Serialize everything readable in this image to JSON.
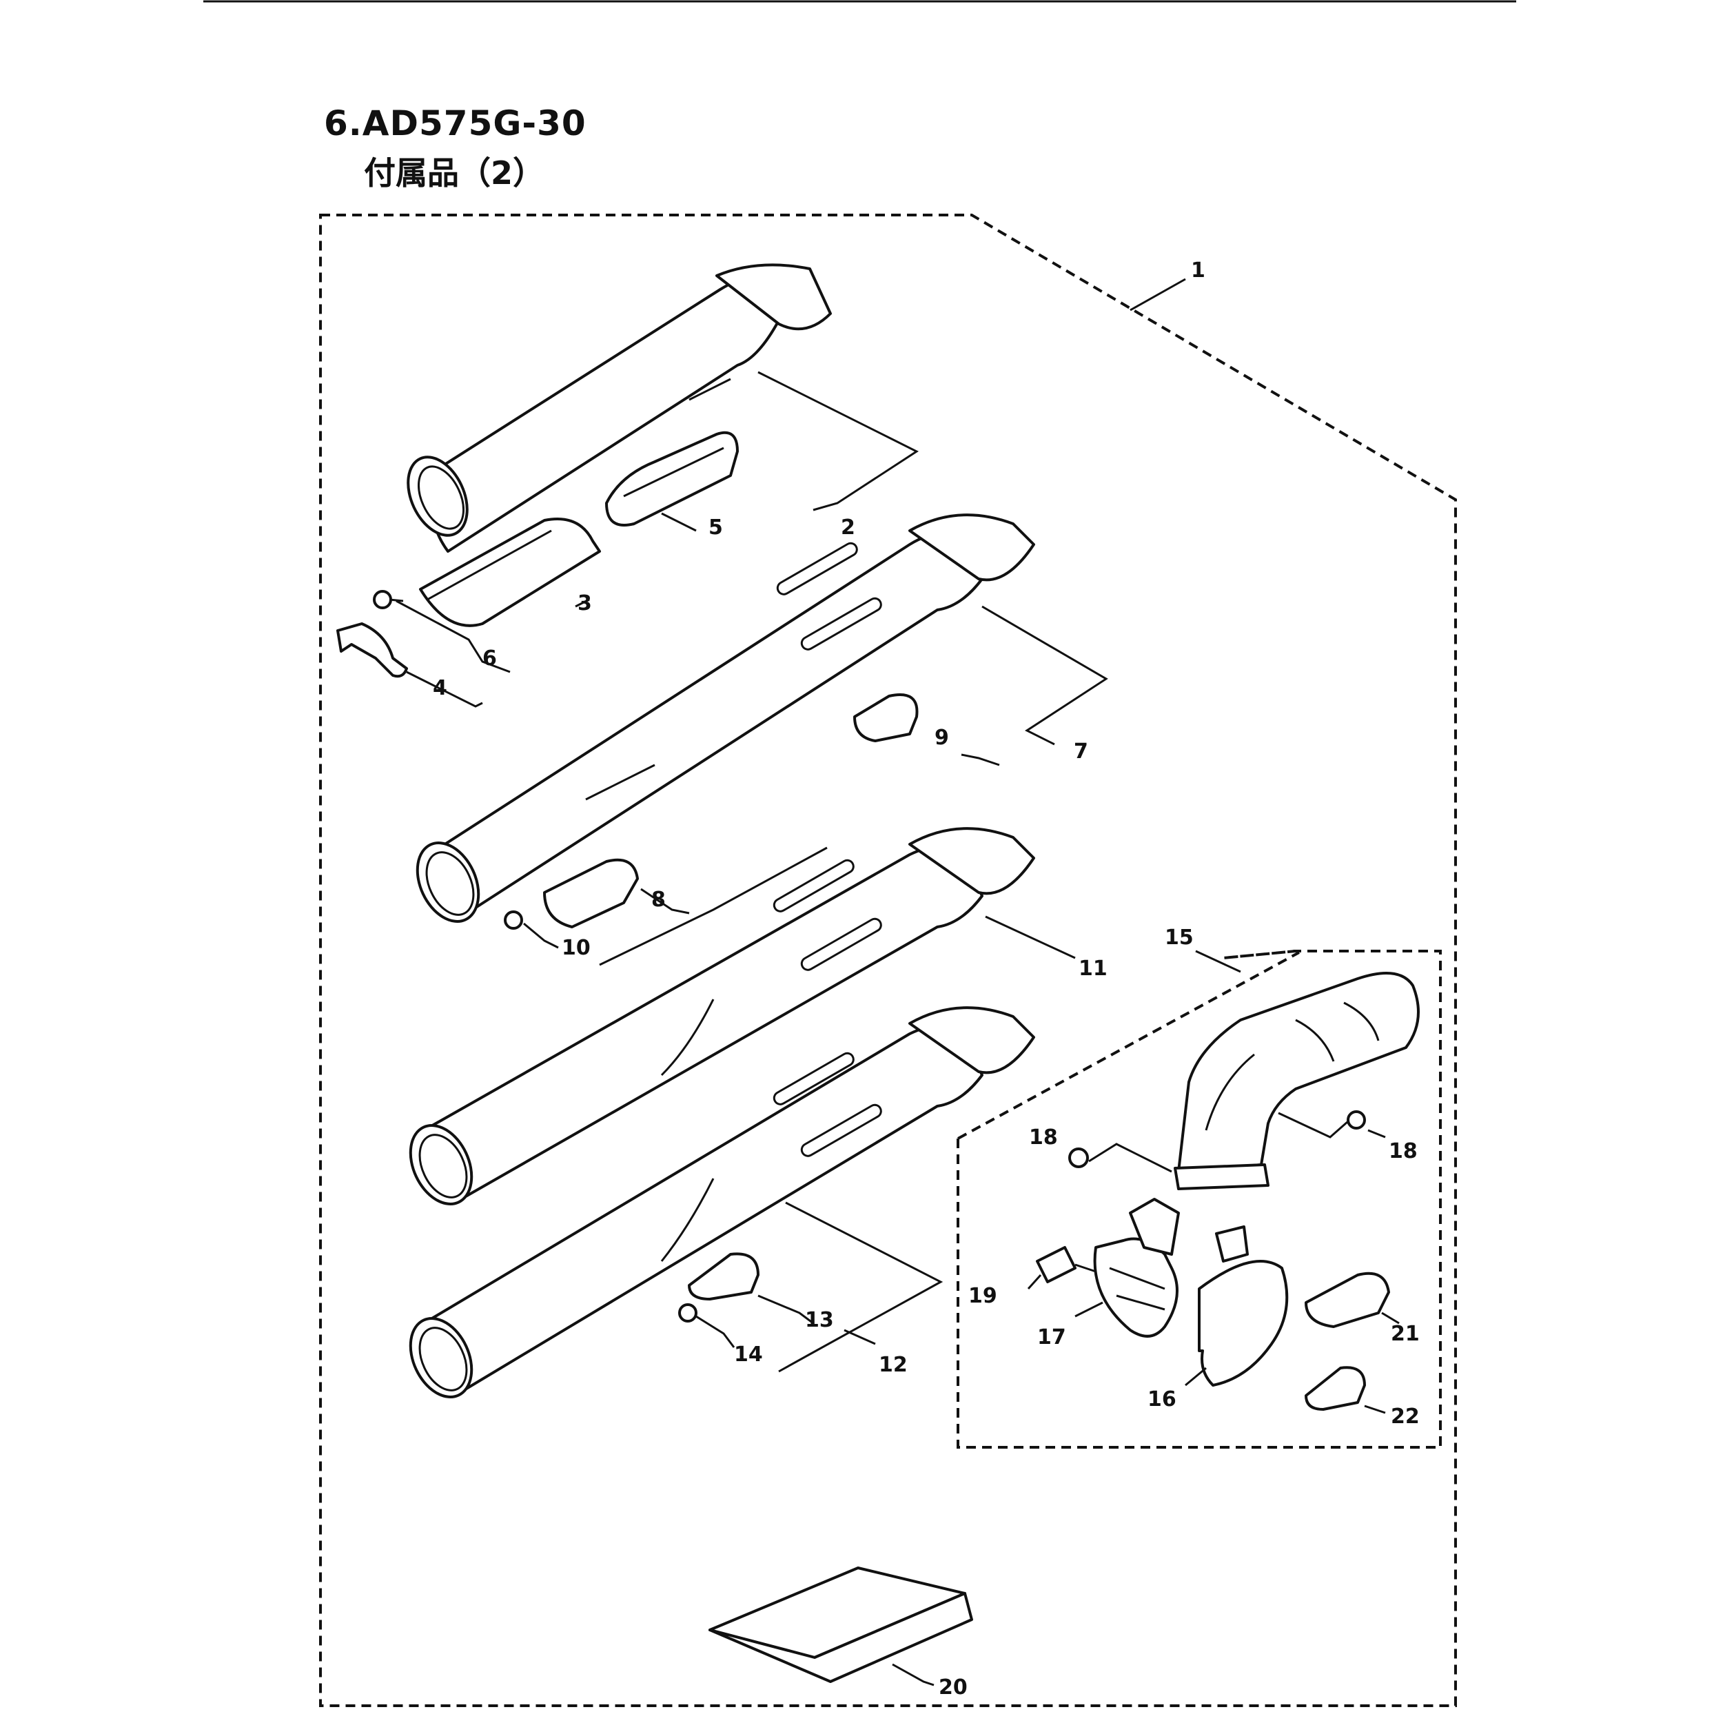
{
  "header": {
    "title": "6.AD575G-30",
    "subtitle": "付属品（2）"
  },
  "callouts": {
    "c1": "1",
    "c2": "2",
    "c3": "3",
    "c4": "4",
    "c5": "5",
    "c6": "6",
    "c7": "7",
    "c8": "8",
    "c9": "9",
    "c10": "10",
    "c11": "11",
    "c12": "12",
    "c13": "13",
    "c14": "14",
    "c15": "15",
    "c16": "16",
    "c17": "17",
    "c18a": "18",
    "c18b": "18",
    "c19": "19",
    "c20": "20",
    "c21": "21",
    "c22": "22"
  }
}
